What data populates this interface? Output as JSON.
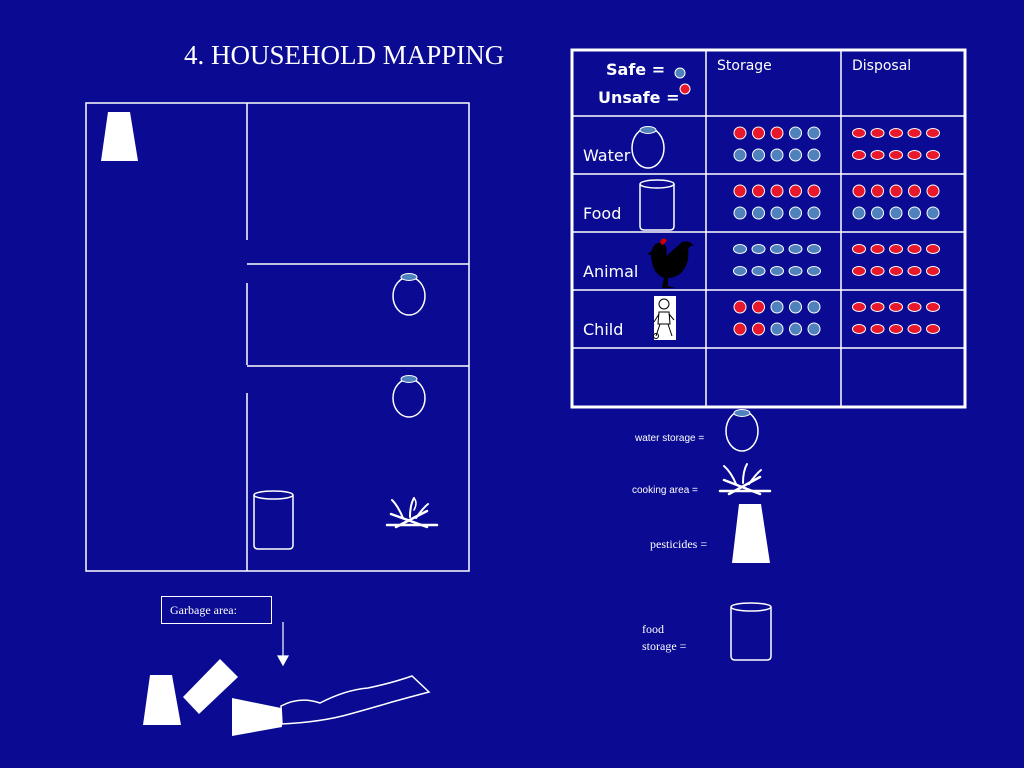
{
  "title": "4. HOUSEHOLD MAPPING",
  "table": {
    "key_safe": "Safe =",
    "key_unsafe": "Unsafe =",
    "col_storage": "Storage",
    "col_disposal": "Disposal",
    "rows": [
      {
        "label": "Water",
        "icon": "water-jar-icon",
        "storage": [
          [
            "red",
            "red",
            "red",
            "blue",
            "blue"
          ],
          [
            "blue",
            "blue",
            "blue",
            "blue",
            "blue"
          ]
        ],
        "disposal": [
          [
            "red",
            "red",
            "red",
            "red",
            "red"
          ],
          [
            "red",
            "red",
            "red",
            "red",
            "red"
          ]
        ]
      },
      {
        "label": "Food",
        "icon": "food-container-icon",
        "storage": [
          [
            "red",
            "red",
            "red",
            "red",
            "red"
          ],
          [
            "blue",
            "blue",
            "blue",
            "blue",
            "blue"
          ]
        ],
        "disposal": [
          [
            "red",
            "red",
            "red",
            "red",
            "red"
          ],
          [
            "blue",
            "blue",
            "blue",
            "blue",
            "blue"
          ]
        ]
      },
      {
        "label": "Animal",
        "icon": "rooster-icon",
        "storage": [
          [
            "blue",
            "blue",
            "blue",
            "blue",
            "blue"
          ],
          [
            "blue",
            "blue",
            "blue",
            "blue",
            "blue"
          ]
        ],
        "disposal": [
          [
            "red",
            "red",
            "red",
            "red",
            "red"
          ],
          [
            "red",
            "red",
            "red",
            "red",
            "red"
          ]
        ]
      },
      {
        "label": "Child",
        "icon": "child-icon",
        "storage": [
          [
            "red",
            "red",
            "blue",
            "blue",
            "blue"
          ],
          [
            "red",
            "red",
            "blue",
            "blue",
            "blue"
          ]
        ],
        "disposal": [
          [
            "red",
            "red",
            "red",
            "red",
            "red"
          ],
          [
            "red",
            "red",
            "red",
            "red",
            "red"
          ]
        ]
      },
      {
        "label": "",
        "icon": "",
        "storage": [],
        "disposal": []
      }
    ]
  },
  "legend": {
    "water_storage": "water storage =",
    "cooking_area": "cooking area =",
    "pesticides": "pesticides =",
    "food_storage_line1": "food",
    "food_storage_line2": "storage ="
  },
  "garbage_label": "Garbage area:",
  "colors": {
    "background": "#0A0A92",
    "safe": "#4F81BD",
    "unsafe": "#E8172C",
    "line": "#FFFFFF"
  }
}
